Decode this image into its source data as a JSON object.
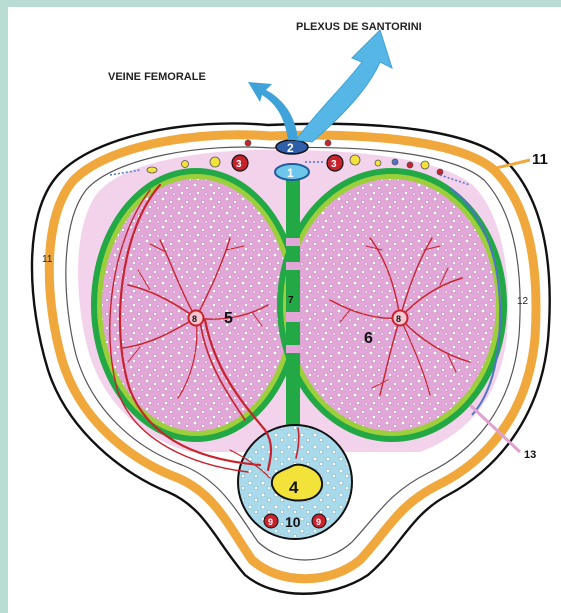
{
  "labels": {
    "plexus": "PLEXUS DE SANTORINI",
    "veine": "VEINE FEMORALE"
  },
  "numbers": {
    "n1": "1",
    "n2": "2",
    "n3l": "3",
    "n3r": "3",
    "n4": "4",
    "n5": "5",
    "n6": "6",
    "n7": "7",
    "n8l": "8",
    "n8r": "8",
    "n9l": "9",
    "n9r": "9",
    "n10": "10",
    "n11a": "11",
    "n11b": "11",
    "n12": "12",
    "n13": "13"
  },
  "colors": {
    "background": "#b9ddd2",
    "cavernous_tissue": "#e3a6d9",
    "albuginea": "#22a845",
    "albuginea_light": "#9ccf3b",
    "fascia": "#f0a83c",
    "spongy": "#a8daeb",
    "glans_tissue": "#f2e23a",
    "artery": "#c8232c",
    "vein_arrow": "#3fa2d8"
  }
}
